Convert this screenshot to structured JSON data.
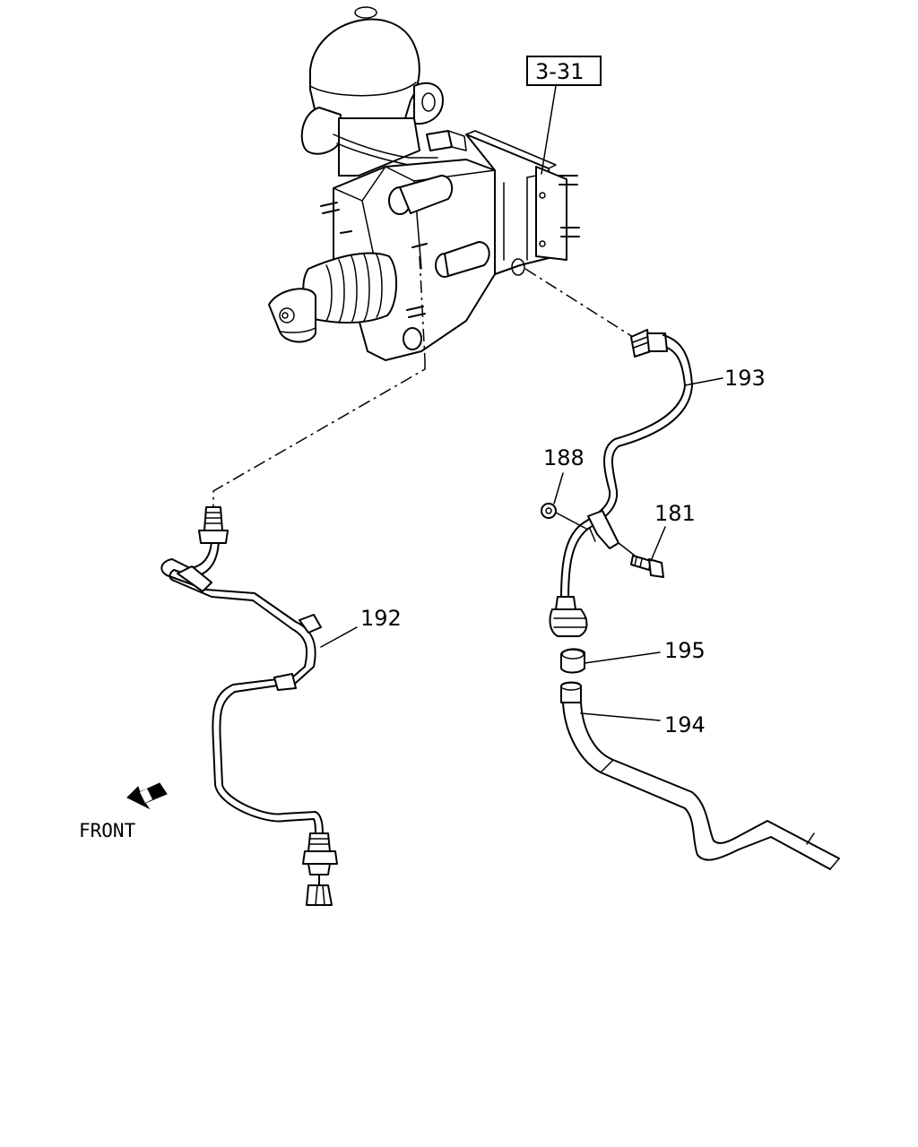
{
  "diagram": {
    "reference_box": "3-31",
    "callouts": {
      "p181": "181",
      "p188": "188",
      "p192": "192",
      "p193": "193",
      "p194": "194",
      "p195": "195"
    },
    "direction_label": "FRONT",
    "icons": [
      "front-arrow-icon"
    ]
  }
}
